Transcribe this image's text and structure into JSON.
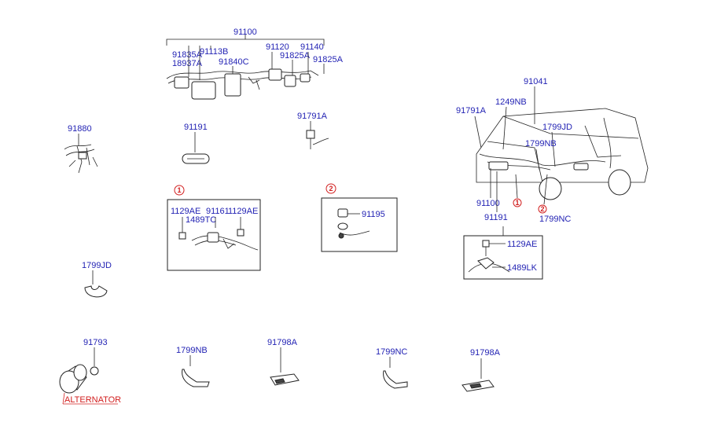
{
  "labels": {
    "p91100_top": "91100",
    "p91835A": "91835A",
    "p18937A": "18937A",
    "p91113B": "91113B",
    "p91840C": "91840C",
    "p91120": "91120",
    "p91140": "91140",
    "p91825A_1": "91825A",
    "p91825A_2": "91825A",
    "p91880": "91880",
    "p91191_top": "91191",
    "p91791A_left": "91791A",
    "p91041": "91041",
    "p91791A_van": "91791A",
    "p1249NB": "1249NB",
    "p1799JD_van": "1799JD",
    "p1799NB_van": "1799NB",
    "p91100_van": "91100",
    "p91191_van": "91191",
    "p1799NC_van": "1799NC",
    "p1129AE_a": "1129AE",
    "p91161": "91161",
    "p1129AE_b": "1129AE",
    "p1489TC": "1489TC",
    "p91195": "91195",
    "p1129AE_c": "1129AE",
    "p1489LK": "1489LK",
    "p1799JD": "1799JD",
    "p91793": "91793",
    "alternator": "ALTERNATOR",
    "p1799NB": "1799NB",
    "p91798A_1": "91798A",
    "p1799NC": "1799NC",
    "p91798A_2": "91798A"
  },
  "callouts": {
    "c1_box": "1",
    "c2_box": "2",
    "c1_van": "1",
    "c2_van": "2"
  }
}
